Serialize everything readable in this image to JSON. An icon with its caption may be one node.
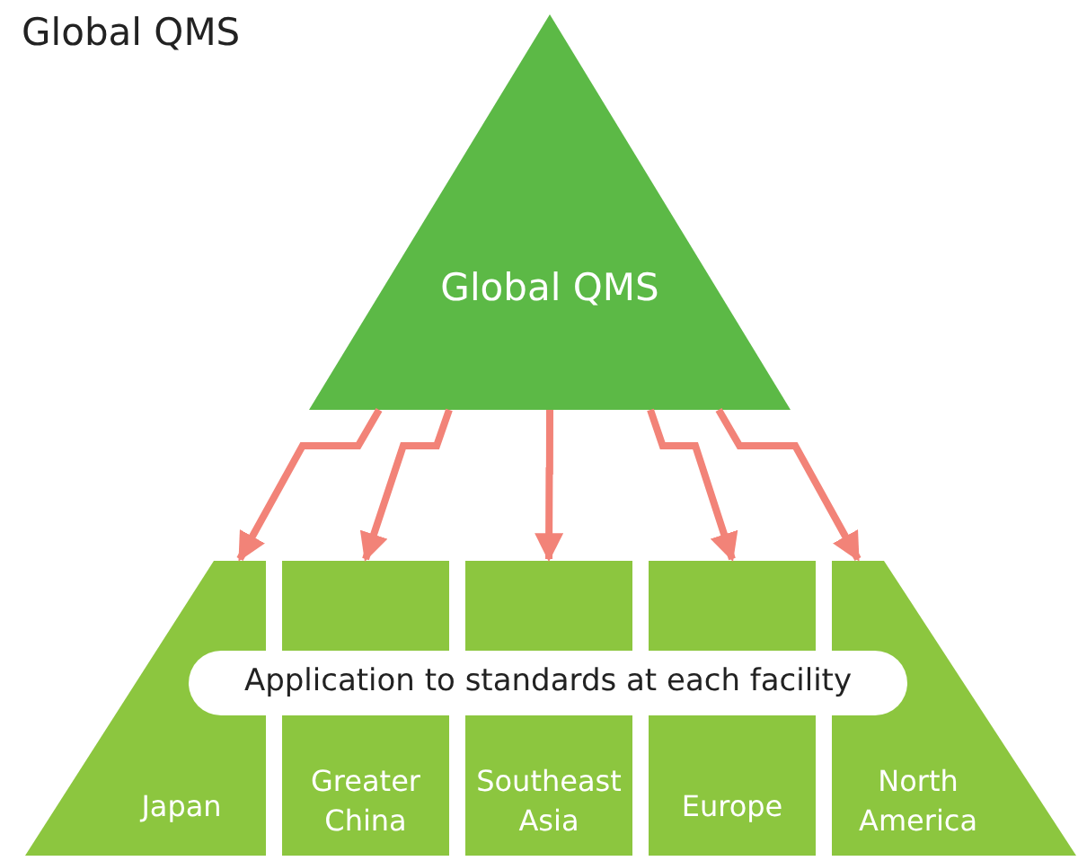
{
  "diagram": {
    "title": "Global QMS",
    "nodes": [
      {
        "text": [
          "Global QMS"
        ]
      },
      {
        "text": [
          "Application to standards at each facility"
        ]
      },
      {
        "text": [
          "Japan"
        ]
      },
      {
        "text": [
          "Greater China"
        ]
      },
      {
        "text": [
          "Southeast Asia"
        ]
      },
      {
        "text": [
          "Europe"
        ]
      },
      {
        "text": [
          "North America"
        ]
      }
    ],
    "edges": [
      {
        "from": 0,
        "to": 2,
        "arrow": "to"
      },
      {
        "from": 0,
        "to": 3,
        "arrow": "to"
      },
      {
        "from": 0,
        "to": 4,
        "arrow": "to"
      },
      {
        "from": 0,
        "to": 5,
        "arrow": "to"
      },
      {
        "from": 0,
        "to": 6,
        "arrow": "to"
      }
    ]
  }
}
